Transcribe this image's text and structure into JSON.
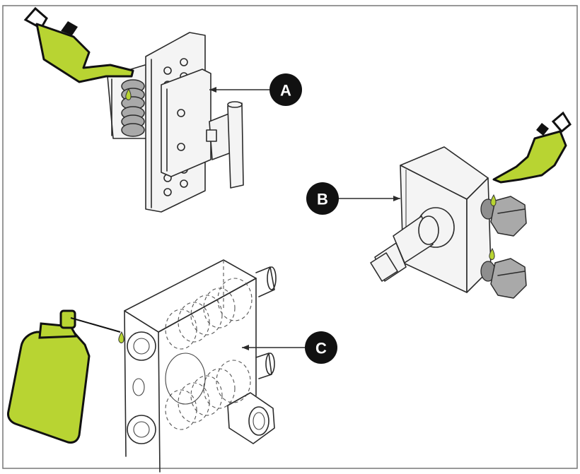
{
  "colors": {
    "lubricant": "#b8d432",
    "callout": "#111111",
    "frame": "#777777"
  },
  "callouts": [
    {
      "id": "A",
      "label": "A"
    },
    {
      "id": "B",
      "label": "B"
    },
    {
      "id": "C",
      "label": "C"
    }
  ],
  "icons": [
    "oil-can-icon",
    "oil-drop-icon",
    "grease-bottle-icon"
  ]
}
